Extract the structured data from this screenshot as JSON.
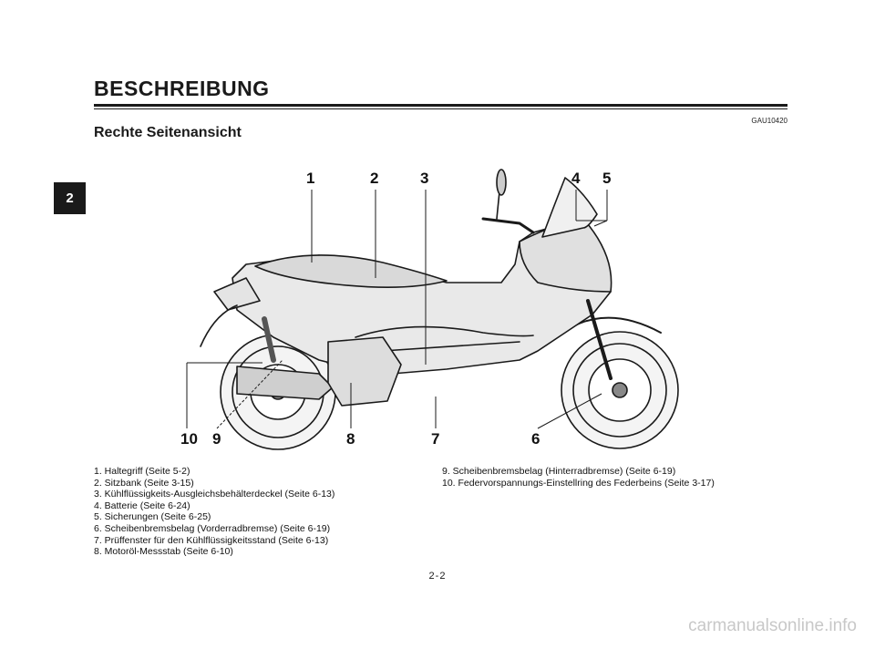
{
  "header": {
    "title": "BESCHREIBUNG",
    "doc_code": "GAU10420"
  },
  "chapter_tab": "2",
  "section_title": "Rechte Seitenansicht",
  "callouts": [
    "1",
    "2",
    "3",
    "4",
    "5",
    "10",
    "9",
    "8",
    "7",
    "6"
  ],
  "legend_left": [
    "1. Haltegriff (Seite 5-2)",
    "2. Sitzbank (Seite 3-15)",
    "3. Kühlflüssigkeits-Ausgleichsbehälterdeckel (Seite 6-13)",
    "4. Batterie (Seite 6-24)",
    "5. Sicherungen (Seite 6-25)",
    "6. Scheibenbremsbelag (Vorderradbremse) (Seite 6-19)",
    "7. Prüffenster für den Kühlflüssigkeitsstand (Seite 6-13)",
    "8. Motoröl-Messstab (Seite 6-10)"
  ],
  "legend_right": [
    "9. Scheibenbremsbelag (Hinterradbremse) (Seite 6-19)",
    "10. Federvorspannungs-Einstellring des Federbeins (Seite 3-17)"
  ],
  "page_number": "2-2",
  "watermark": "carmanualsonline.info"
}
